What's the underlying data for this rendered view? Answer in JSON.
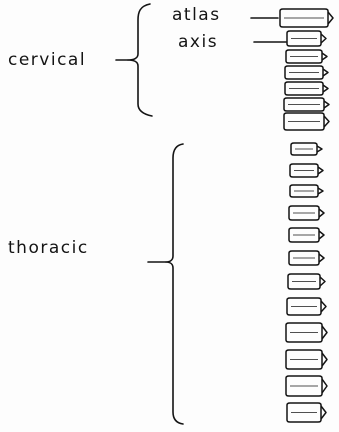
{
  "labels": {
    "atlas": "atlas",
    "axis": "axis",
    "cervical": "cervical",
    "thoracic": "thoracic"
  },
  "colors": {
    "ink": "#141414",
    "paper": "#fdfdfd"
  },
  "icons": [
    "vertebra-icon"
  ]
}
